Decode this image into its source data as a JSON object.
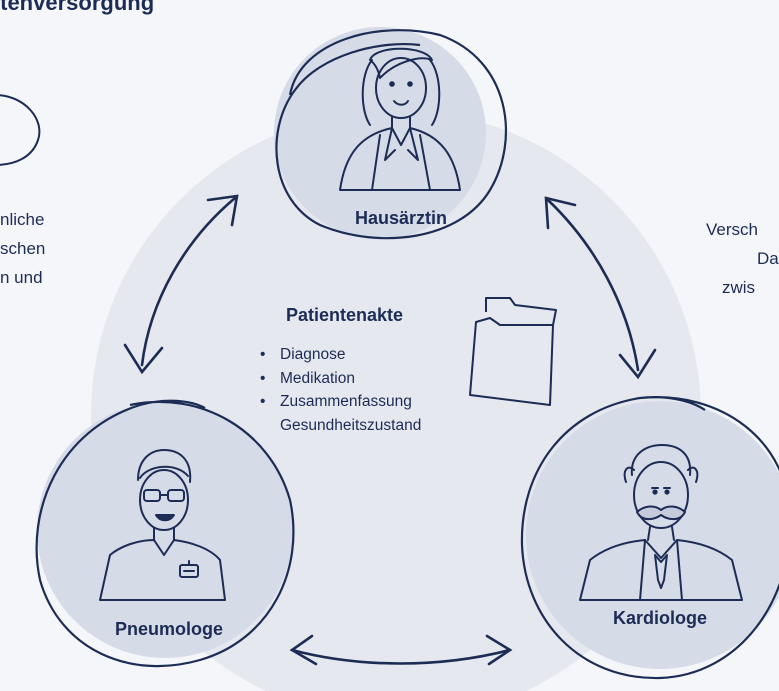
{
  "title": "itenversorgung",
  "left_fragments": [
    "nliche",
    "schen",
    "n und"
  ],
  "right_fragments": [
    "Versch",
    "Da",
    "zwis"
  ],
  "nodes": {
    "top": {
      "label": "Hausärztin"
    },
    "left": {
      "label": "Pneumologe"
    },
    "right": {
      "label": "Kardiologe"
    }
  },
  "record": {
    "title": "Patientenakte",
    "items": [
      "Diagnose",
      "Medikation",
      "Zusammenfassung Gesundheitszustand"
    ],
    "item3_line1": "Zusammenfassung",
    "item3_line2": "Gesundheitszustand"
  },
  "icons": {
    "folder": "folder-icon",
    "top": "female-doctor-icon",
    "left": "male-doctor-glasses-icon",
    "right": "elderly-doctor-icon"
  },
  "colors": {
    "ink": "#1c2c55",
    "circle_fill": "#d6dbe8",
    "big_disc": "#e5e8ef",
    "background": "#f4f6fa"
  }
}
